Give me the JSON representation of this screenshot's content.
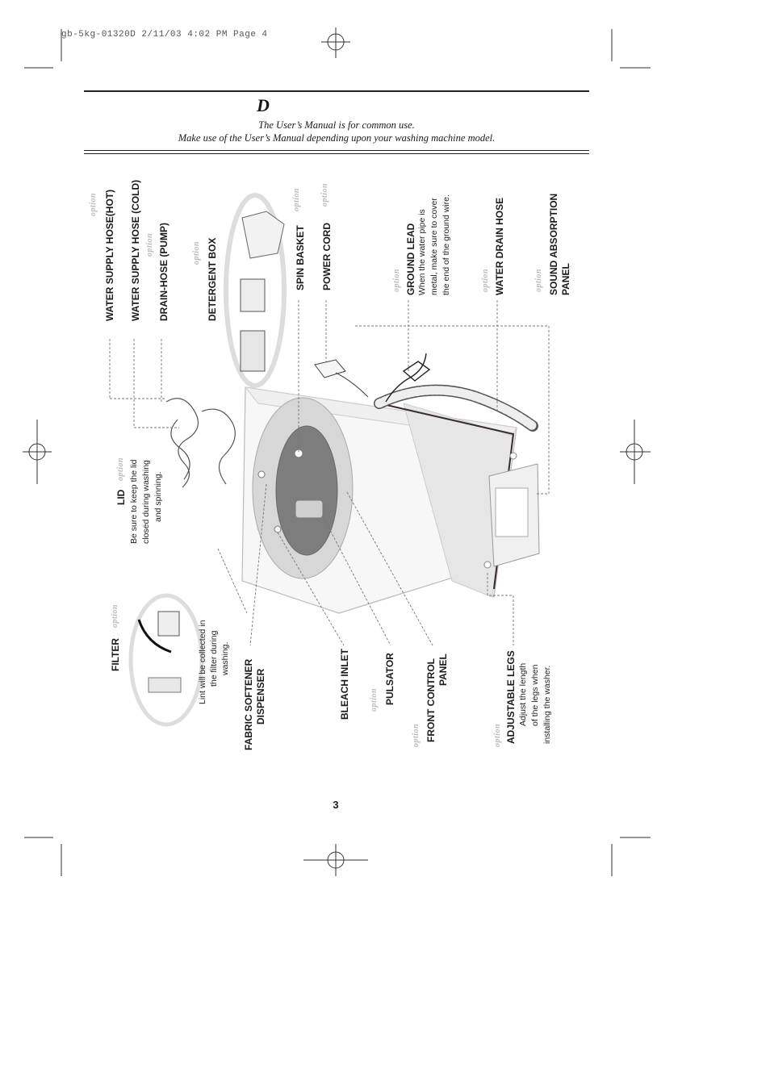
{
  "print_slug": "gb-5kg-01320D  2/11/03 4:02 PM  Page 4",
  "header": {
    "section_letter": "D",
    "subtitle_line1": "The User’s Manual is for common use.",
    "subtitle_line2": "Make use of the User’s Manual depending upon your washing machine model."
  },
  "option_tag": "option",
  "labels": {
    "water_supply_hot": "WATER SUPPLY HOSE(HOT)",
    "water_supply_cold": "WATER SUPPLY HOSE (COLD)",
    "drain_hose_pump": "DRAIN-HOSE (PUMP)",
    "detergent_box": "DETERGENT BOX",
    "spin_basket": "SPIN BASKET",
    "power_cord": "POWER CORD",
    "ground_lead": "GROUND LEAD",
    "ground_lead_note1": "When the water pipe is",
    "ground_lead_note2": "metal, make sure to cover",
    "ground_lead_note3": "the end of the ground wire.",
    "water_drain_hose": "WATER DRAIN HOSE",
    "sound_absorption_1": "SOUND ABSORPTION",
    "sound_absorption_2": "PANEL",
    "lid": "LID",
    "lid_note1": "Be sure to keep the lid",
    "lid_note2": "closed during washing",
    "lid_note3": "and spinning.",
    "filter": "FILTER",
    "filter_note1": "Lint will be collected in",
    "filter_note2": "the filter during",
    "filter_note3": "washing.",
    "fabric_softener_1": "FABRIC SOFTENER",
    "fabric_softener_2": "DISPENSER",
    "bleach_inlet": "BLEACH INLET",
    "pulsator": "PULSATOR",
    "front_control_1": "FRONT CONTROL",
    "front_control_2": "PANEL",
    "adjustable_legs": "ADJUSTABLE LEGS",
    "adjustable_legs_note1": "Adjust the length",
    "adjustable_legs_note2": "of the legs when",
    "adjustable_legs_note3": "installing the washer."
  },
  "page_number": "3"
}
